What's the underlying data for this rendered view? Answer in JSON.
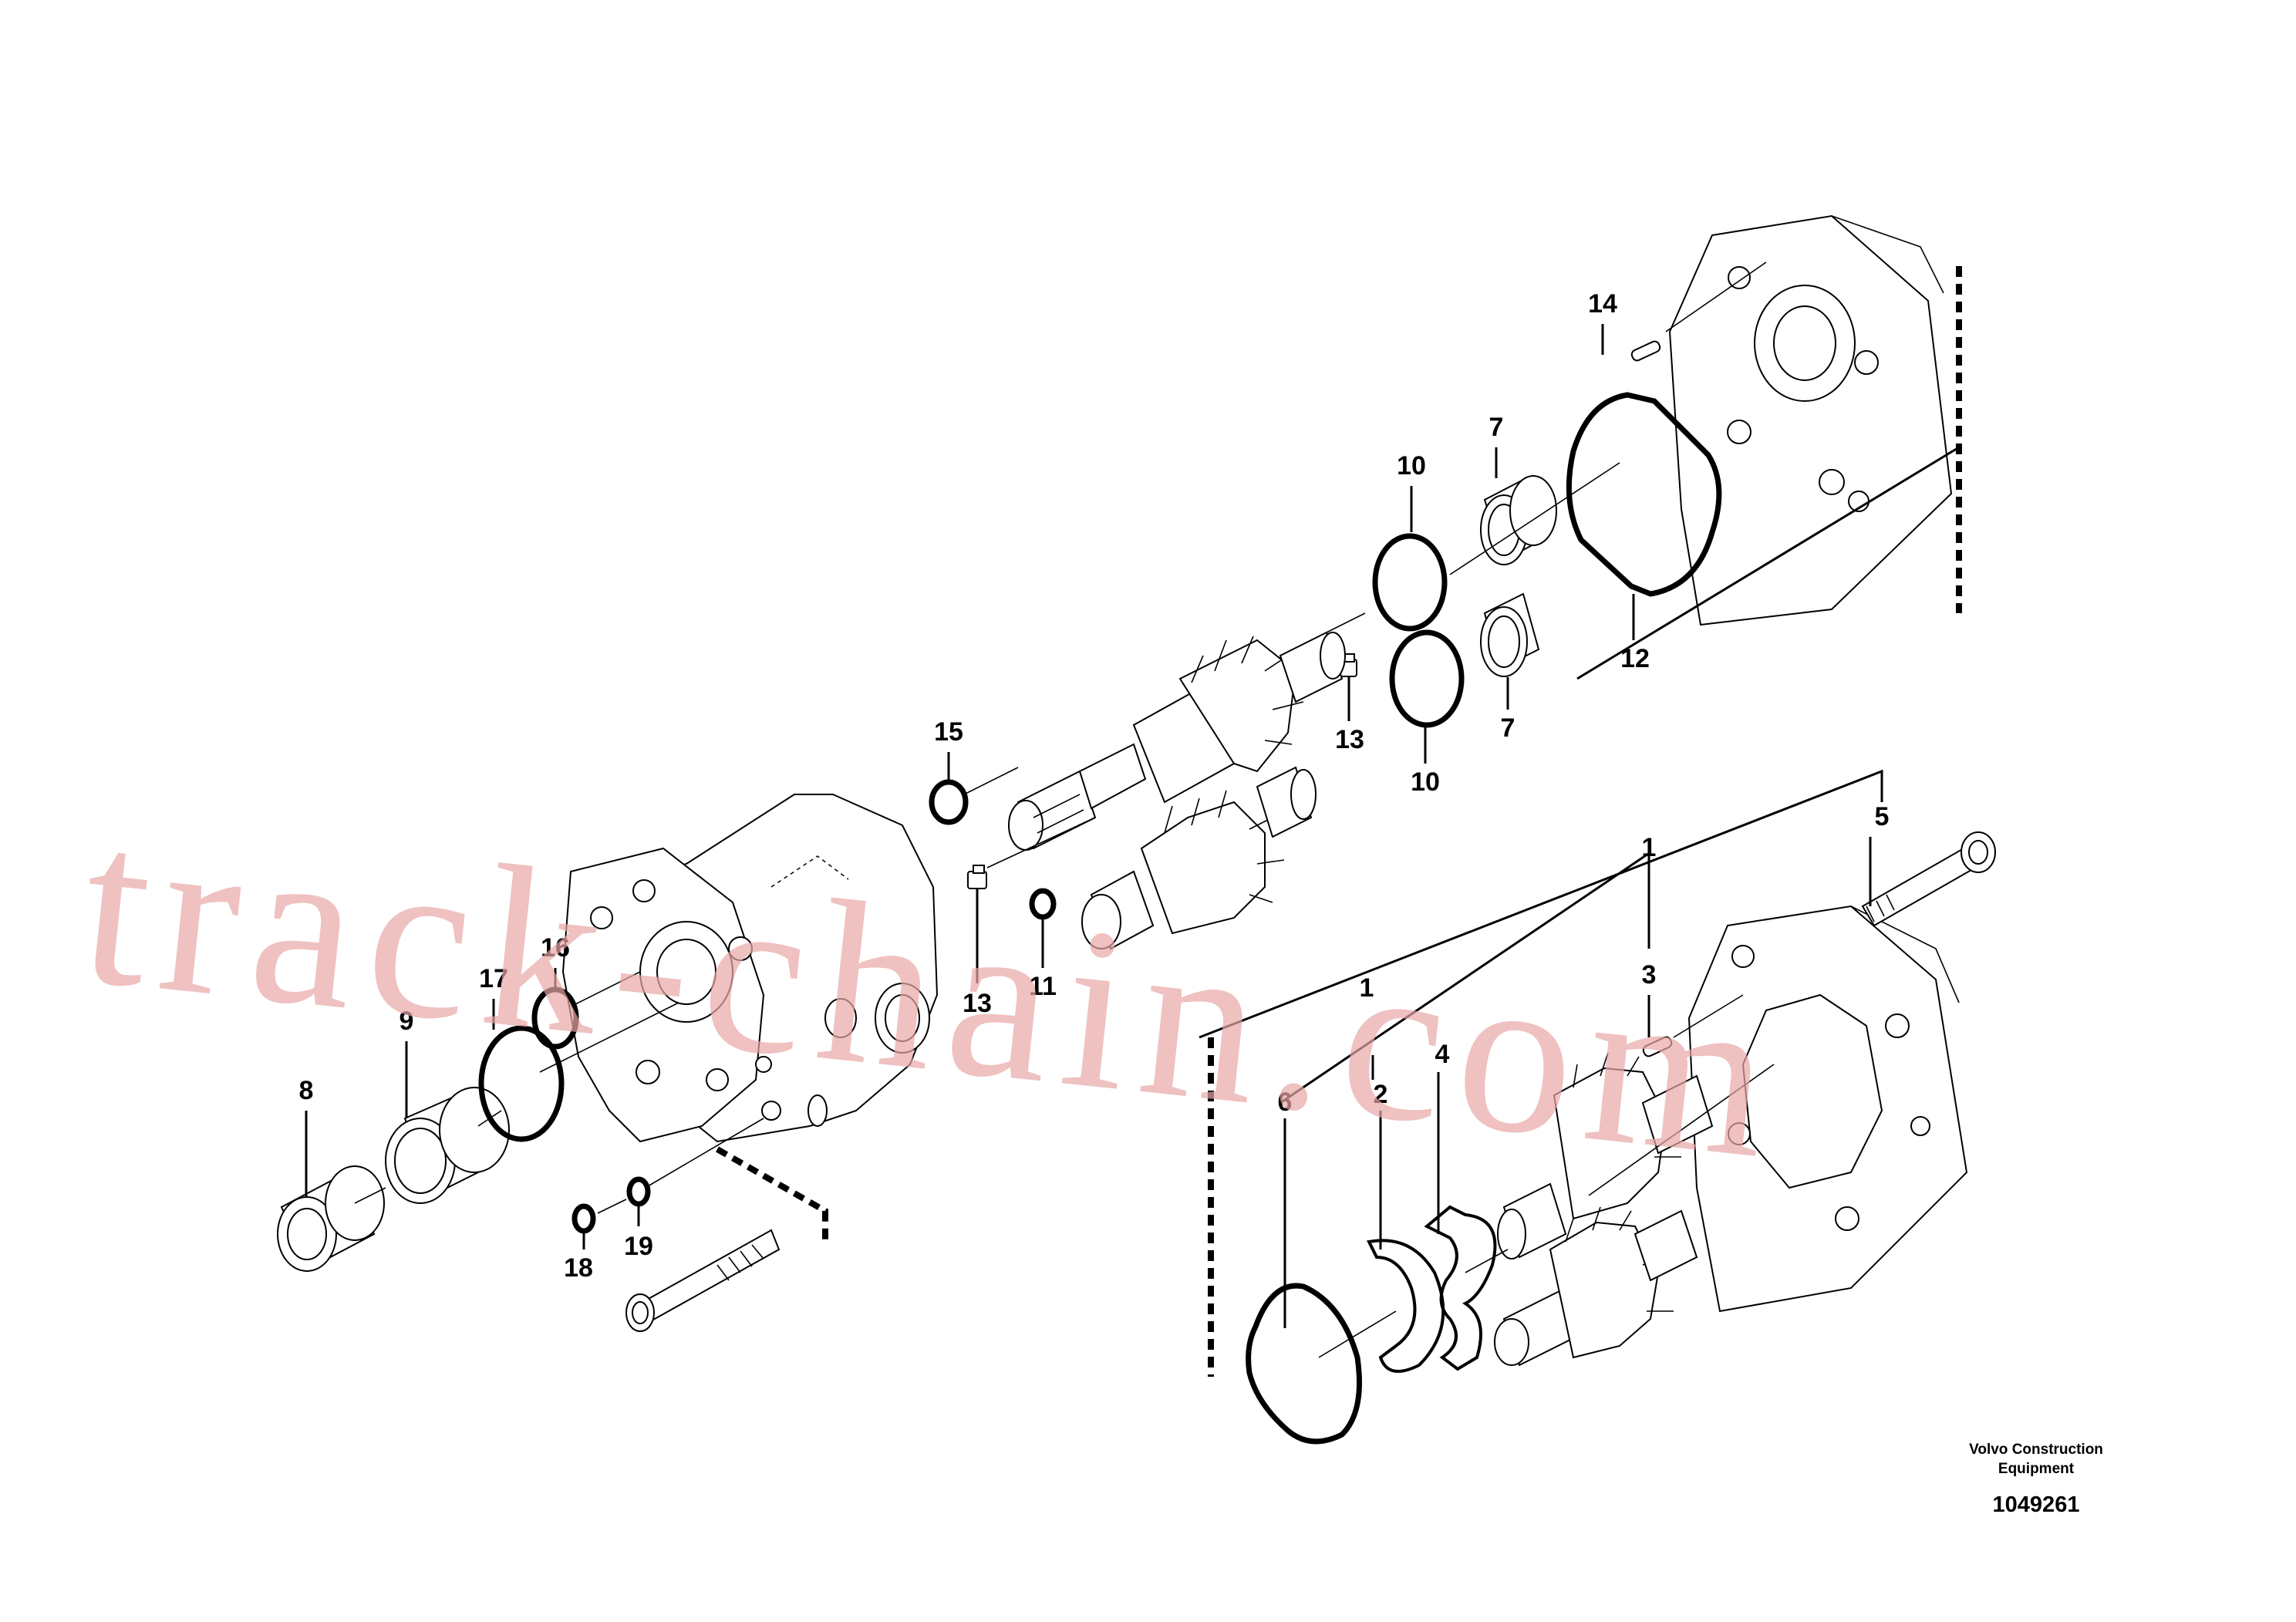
{
  "diagram": {
    "callouts": {
      "c1a": "1",
      "c1b": "1",
      "c2": "2",
      "c3": "3",
      "c4": "4",
      "c5": "5",
      "c6": "6",
      "c7a": "7",
      "c7b": "7",
      "c8": "8",
      "c9": "9",
      "c10a": "10",
      "c10b": "10",
      "c11": "11",
      "c12": "12",
      "c13a": "13",
      "c13b": "13",
      "c14": "14",
      "c15": "15",
      "c16": "16",
      "c17": "17",
      "c18": "18",
      "c19": "19"
    },
    "caption": {
      "line1": "Volvo Construction",
      "line2": "Equipment"
    },
    "figure_number": "1049261",
    "watermark": "track-chain.com"
  }
}
